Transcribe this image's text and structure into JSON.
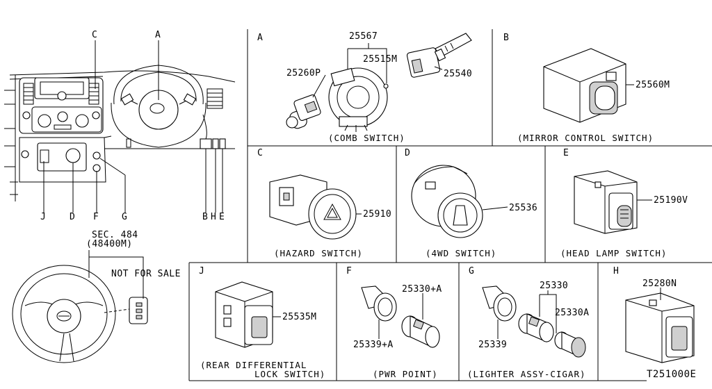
{
  "diagram_id": "T251000E",
  "overview": {
    "callouts": [
      "A",
      "B",
      "C",
      "D",
      "E",
      "F",
      "G",
      "J"
    ],
    "sec_ref": "SEC. 484",
    "sec_part": "(48400M)",
    "not_for_sale": "NOT FOR SALE"
  },
  "panels": {
    "A": {
      "letter": "A",
      "caption": "(COMB SWITCH)",
      "parts": [
        "25567",
        "25515M",
        "25260P",
        "25540"
      ]
    },
    "B": {
      "letter": "B",
      "caption": "(MIRROR CONTROL SWITCH)",
      "parts": [
        "25560M"
      ]
    },
    "C": {
      "letter": "C",
      "caption": "(HAZARD SWITCH)",
      "parts": [
        "25910"
      ]
    },
    "D": {
      "letter": "D",
      "caption": "(4WD SWITCH)",
      "parts": [
        "25536"
      ]
    },
    "E": {
      "letter": "E",
      "caption": "(HEAD LAMP SWITCH)",
      "parts": [
        "25190V"
      ]
    },
    "J": {
      "letter": "J",
      "caption_line1": "(REAR DIFFERENTIAL",
      "caption_line2": "LOCK SWITCH)",
      "parts": [
        "25535M"
      ]
    },
    "F": {
      "letter": "F",
      "caption": "(PWR POINT)",
      "parts": [
        "25330+A",
        "25339+A"
      ]
    },
    "G": {
      "letter": "G",
      "caption": "(LIGHTER ASSY-CIGAR)",
      "parts": [
        "25330",
        "25330A",
        "25339"
      ]
    },
    "H": {
      "letter": "H",
      "parts": [
        "25280N"
      ]
    }
  }
}
